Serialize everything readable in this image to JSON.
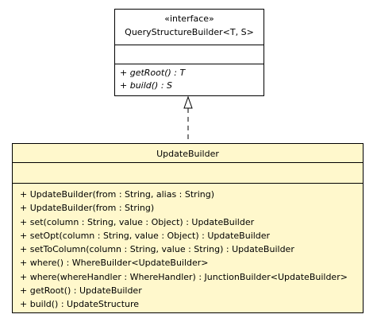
{
  "interface": {
    "stereotype": "«interface»",
    "name": "QueryStructureBuilder<T, S>",
    "operations": [
      {
        "vis": "+ ",
        "sig": "getRoot() : T"
      },
      {
        "vis": "+ ",
        "sig": "build() : S"
      }
    ]
  },
  "class": {
    "name": "UpdateBuilder",
    "fill_color": "#fff8cc",
    "operations": [
      "+ UpdateBuilder(from : String, alias : String)",
      "+ UpdateBuilder(from : String)",
      "+ set(column : String, value : Object) : UpdateBuilder",
      "+ setOpt(column : String, value : Object) : UpdateBuilder",
      "+ setToColumn(column : String, value : String) : UpdateBuilder",
      "+ where() : WhereBuilder<UpdateBuilder>",
      "+ where(whereHandler : WhereHandler) : JunctionBuilder<UpdateBuilder>",
      "+ getRoot() : UpdateBuilder",
      "+ build() : UpdateStructure"
    ]
  },
  "relationship": {
    "type": "realization",
    "line_style": "dashed",
    "arrowhead": "hollow-triangle"
  }
}
